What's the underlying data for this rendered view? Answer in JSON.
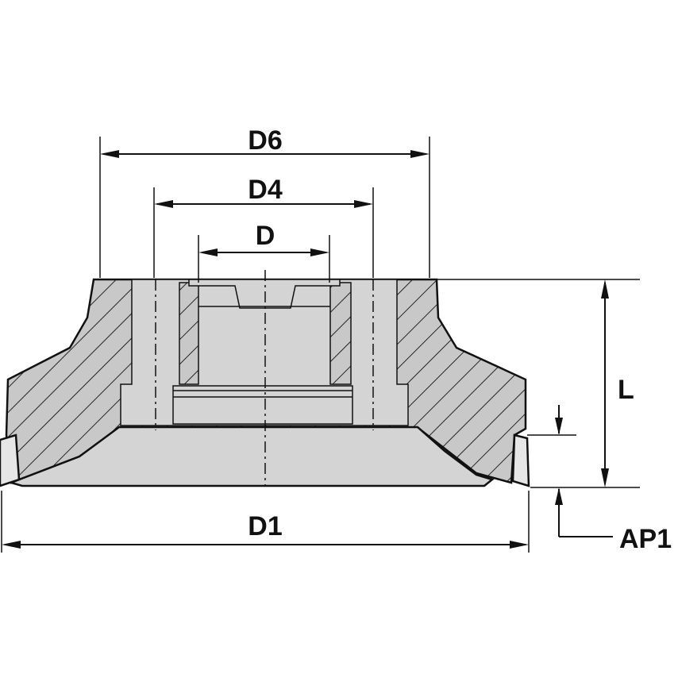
{
  "labels": {
    "d6": "D6",
    "d4": "D4",
    "d": "D",
    "d1": "D1",
    "l": "L",
    "ap1": "AP1"
  },
  "colors": {
    "background": "#ffffff",
    "line": "#111111",
    "section_fill": "#c8c8c8",
    "bore_fill": "#d4d4d4",
    "insert_fill": "#e6e6e6"
  }
}
